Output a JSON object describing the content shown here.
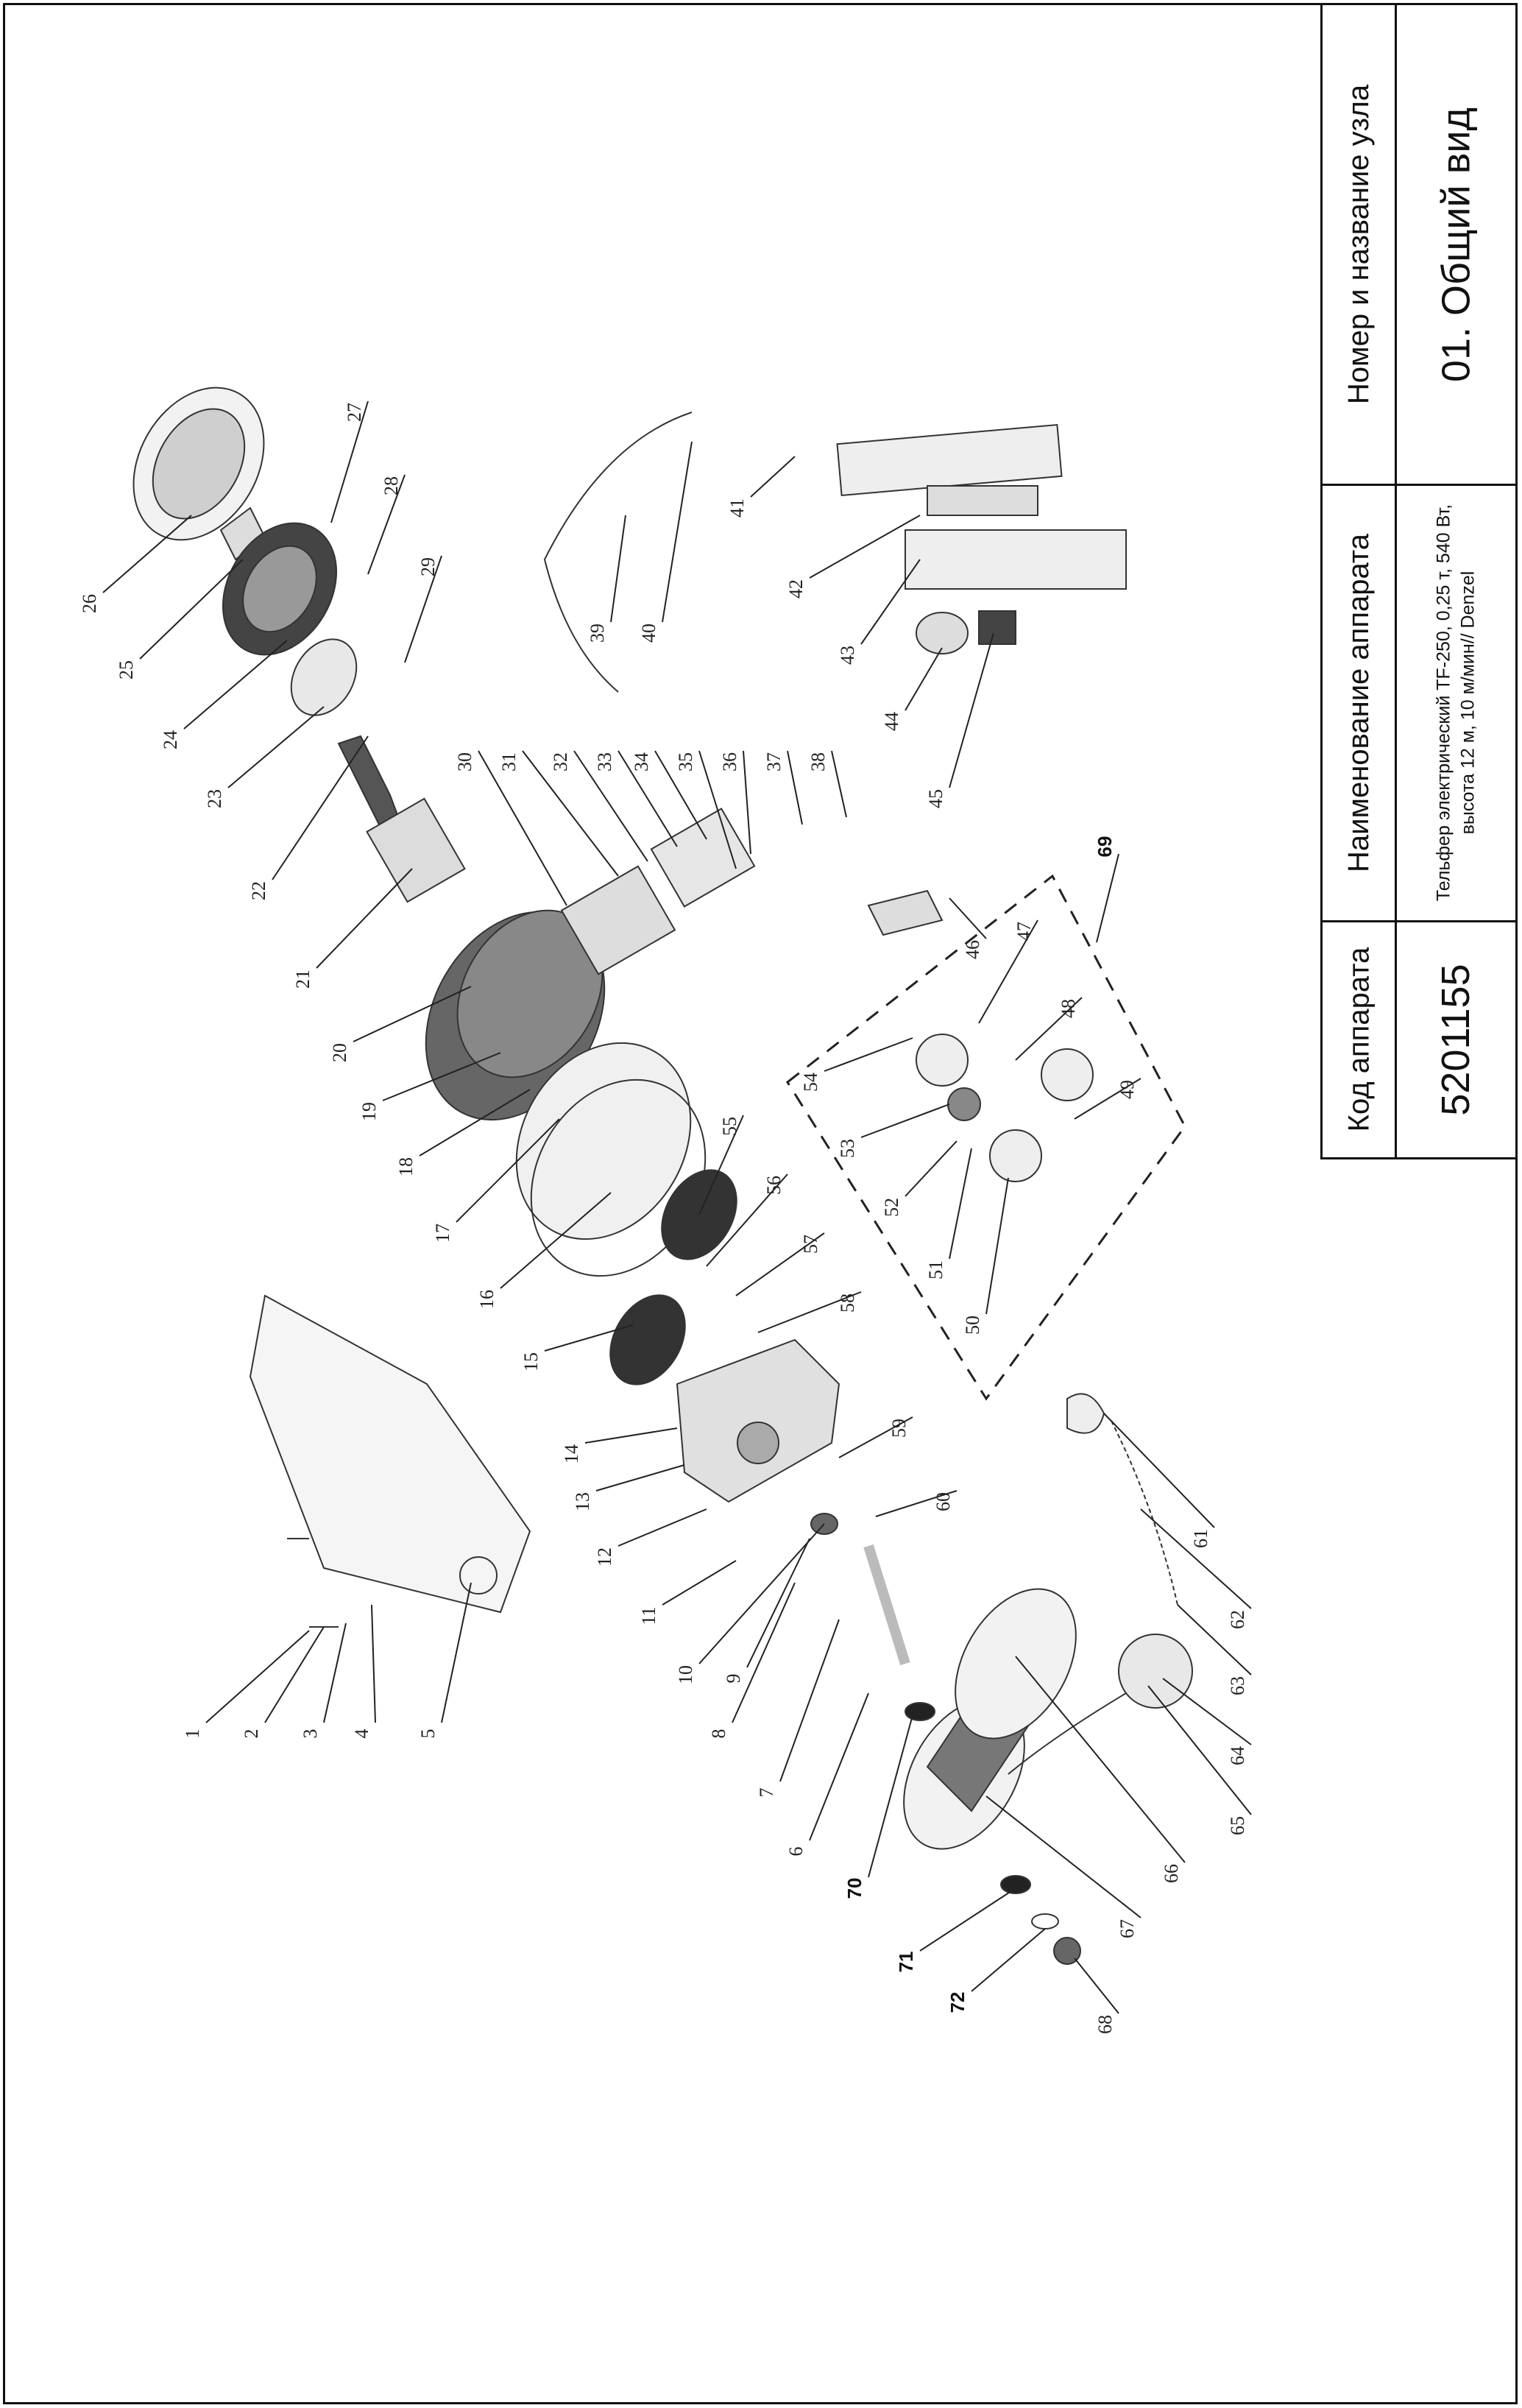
{
  "title_block": {
    "headers": {
      "code": "Код аппарата",
      "name": "Наименование аппарата",
      "assembly": "Номер и название узла"
    },
    "values": {
      "code": "5201155",
      "name": "Тельфер электрический TF-250, 0,25 т, 540 Вт, высота 12 м, 10 м/мин// Denzel",
      "assembly": "01. Общий вид"
    }
  },
  "part_labels": [
    "1",
    "2",
    "3",
    "4",
    "5",
    "6",
    "7",
    "8",
    "9",
    "10",
    "11",
    "12",
    "13",
    "14",
    "15",
    "16",
    "17",
    "18",
    "19",
    "20",
    "21",
    "22",
    "23",
    "24",
    "25",
    "26",
    "27",
    "28",
    "29",
    "30",
    "31",
    "32",
    "33",
    "34",
    "35",
    "36",
    "37",
    "38",
    "39",
    "40",
    "41",
    "42",
    "43",
    "44",
    "45",
    "46",
    "47",
    "48",
    "49",
    "50",
    "51",
    "52",
    "53",
    "54",
    "55",
    "56",
    "57",
    "58",
    "59",
    "60",
    "61",
    "62",
    "63",
    "64",
    "65",
    "66",
    "67",
    "68",
    "69",
    "70",
    "71",
    "72"
  ]
}
